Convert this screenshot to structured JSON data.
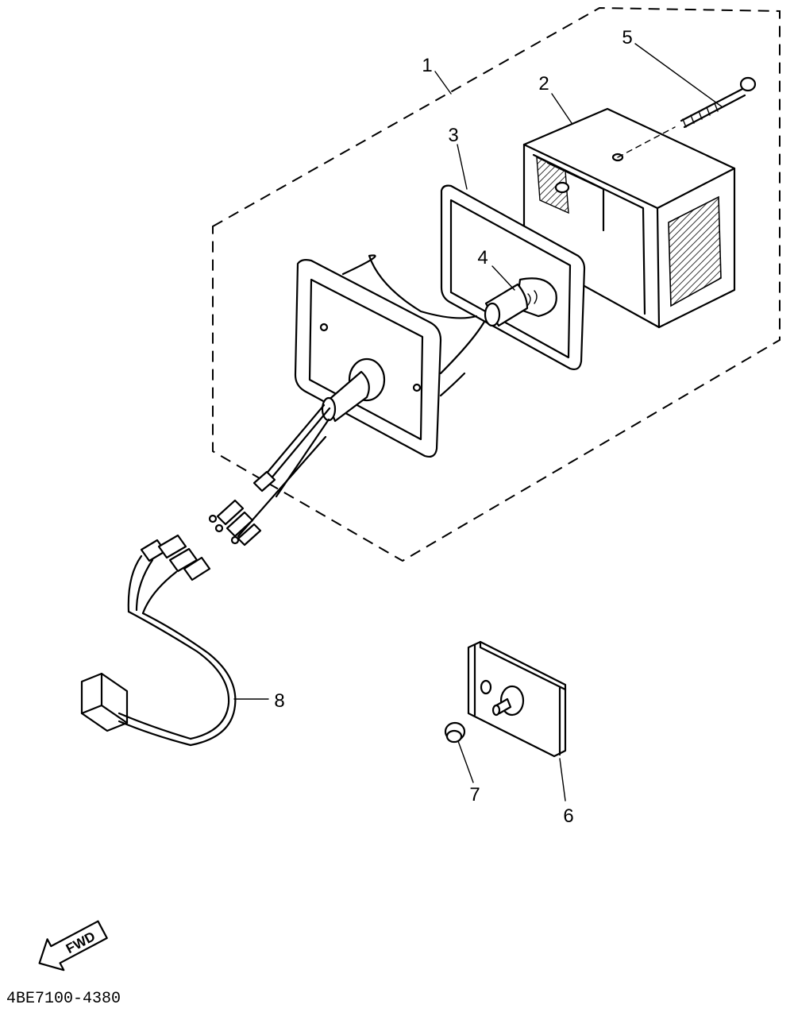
{
  "parts": [
    {
      "number": "1"
    },
    {
      "number": "2"
    },
    {
      "number": "3"
    },
    {
      "number": "4"
    },
    {
      "number": "5"
    },
    {
      "number": "6"
    },
    {
      "number": "7"
    },
    {
      "number": "8"
    }
  ],
  "direction_arrow": {
    "label": "FWD"
  },
  "diagram_code": "4BE7100-4380"
}
